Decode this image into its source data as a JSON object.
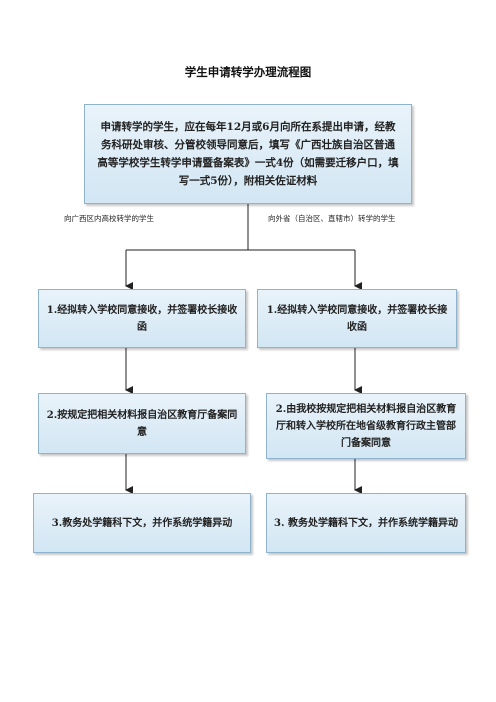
{
  "title": "学生申请转学办理流程图",
  "start": {
    "text": "申请转学的学生，应在每年12月或6月向所在系提出申请，经教务科研处审核、分管校领导同意后，填写《广西壮族自治区普通高等学校学生转学申请暨备案表》一式4份（如需要迁移户口，填写一式5份），附相关佐证材料"
  },
  "branches": {
    "left_label": "向广西区内高校转学的学生",
    "right_label": "向外省（自治区、直辖市）转学的学生"
  },
  "left_steps": [
    "1.经拟转入学校同意接收，并签署校长接收函",
    "2.按规定把相关材料报自治区教育厅备案同意",
    "3.教务处学籍科下文，并作系统学籍异动"
  ],
  "right_steps": [
    "1.经拟转入学校同意接收，并签署校长接收函",
    "2.由我校按规定把相关材料报自治区教育厅和转入学校所在地省级教育行政主管部门备案同意",
    "3. 教务处学籍科下文，并作系统学籍异动"
  ],
  "colors": {
    "box_fill_top": "#e9f3fa",
    "box_fill_bottom": "#d2e6f3",
    "box_border": "#8fb3cd",
    "connector": "#222222"
  }
}
